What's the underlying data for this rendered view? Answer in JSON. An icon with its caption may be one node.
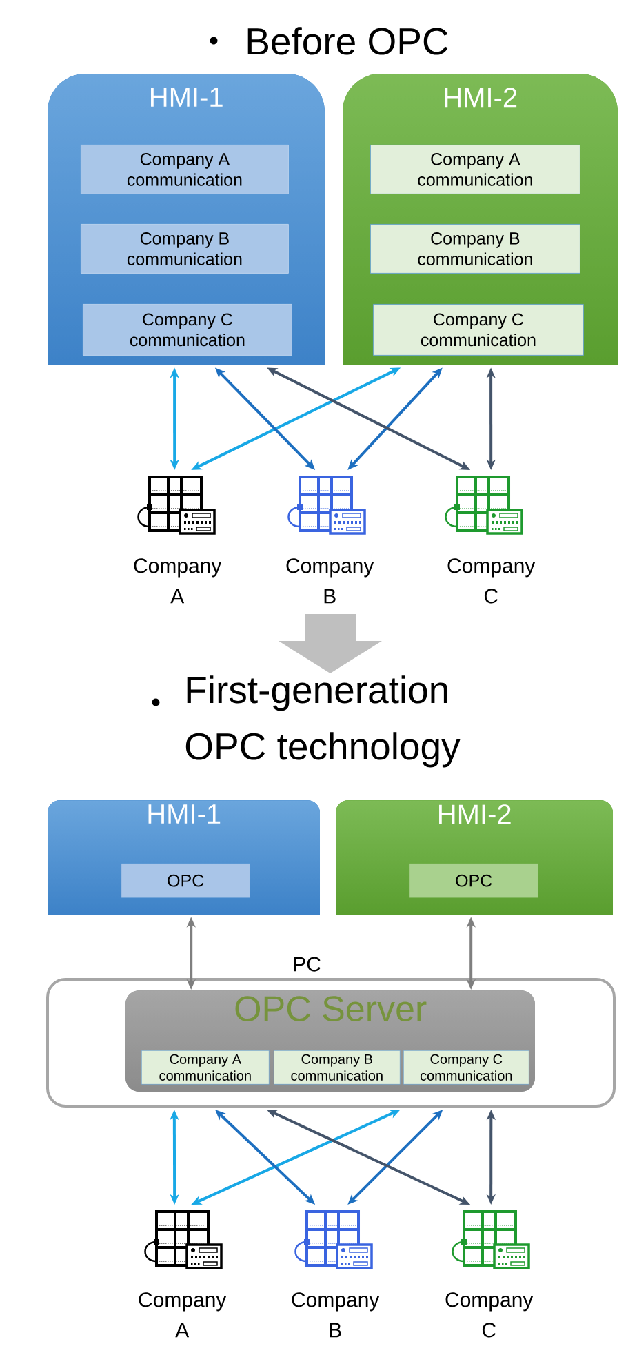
{
  "diagram": {
    "title": "Before OPC",
    "nodes": [
      {
        "text": [
          "HMI-1"
        ]
      },
      {
        "text": [
          "Company A communication"
        ],
        "in": 0
      },
      {
        "text": [
          "Company B communication"
        ],
        "in": 0
      },
      {
        "text": [
          "Company C communication"
        ],
        "in": 0
      },
      {
        "text": [
          "HMI-2"
        ]
      },
      {
        "text": [
          "Company A communication"
        ],
        "in": 4
      },
      {
        "text": [
          "Company B communication"
        ],
        "in": 4
      },
      {
        "text": [
          "Company C communication"
        ],
        "in": 4
      },
      {
        "text": [
          "Company A"
        ]
      },
      {
        "text": [
          "Company B"
        ]
      },
      {
        "text": [
          "Company C"
        ]
      },
      {
        "text": [
          "HMI-1"
        ]
      },
      {
        "text": [
          "OPC"
        ],
        "in": 11
      },
      {
        "text": [
          "HMI-2"
        ]
      },
      {
        "text": [
          "OPC"
        ],
        "in": 13
      },
      {
        "text": [
          "PC"
        ]
      },
      {
        "text": [
          "OPC Server"
        ],
        "in": 15
      },
      {
        "text": [
          "Company A communication"
        ],
        "in": 16
      },
      {
        "text": [
          "Company B communication"
        ],
        "in": 16
      },
      {
        "text": [
          "Company C communication"
        ],
        "in": 16
      },
      {
        "text": [
          "Company A"
        ]
      },
      {
        "text": [
          "Company B"
        ]
      },
      {
        "text": [
          "Company C"
        ]
      }
    ],
    "edges": [
      {
        "from": 0,
        "to": 8,
        "arrow": "both",
        "color": "#18a8e6"
      },
      {
        "from": 4,
        "to": 8,
        "arrow": "both",
        "color": "#18a8e6"
      },
      {
        "from": 0,
        "to": 9,
        "arrow": "both",
        "color": "#1d6fc0"
      },
      {
        "from": 4,
        "to": 9,
        "arrow": "both",
        "color": "#1d6fc0"
      },
      {
        "from": 0,
        "to": 10,
        "arrow": "both",
        "color": "#44546a"
      },
      {
        "from": 4,
        "to": 10,
        "arrow": "both",
        "color": "#44546a"
      },
      {
        "from": 11,
        "to": 16,
        "arrow": "both",
        "color": "#7f7f7f"
      },
      {
        "from": 13,
        "to": 16,
        "arrow": "both",
        "color": "#7f7f7f"
      },
      {
        "from": 15,
        "to": 20,
        "arrow": "both",
        "color": "#18a8e6"
      },
      {
        "from": 15,
        "to": 20,
        "arrow": "both",
        "color": "#18a8e6"
      },
      {
        "from": 15,
        "to": 21,
        "arrow": "both",
        "color": "#1d6fc0"
      },
      {
        "from": 15,
        "to": 21,
        "arrow": "both",
        "color": "#1d6fc0"
      },
      {
        "from": 15,
        "to": 22,
        "arrow": "both",
        "color": "#44546a"
      },
      {
        "from": 15,
        "to": 22,
        "arrow": "both",
        "color": "#44546a"
      }
    ],
    "labels": [
      "First-generation OPC technology"
    ]
  }
}
